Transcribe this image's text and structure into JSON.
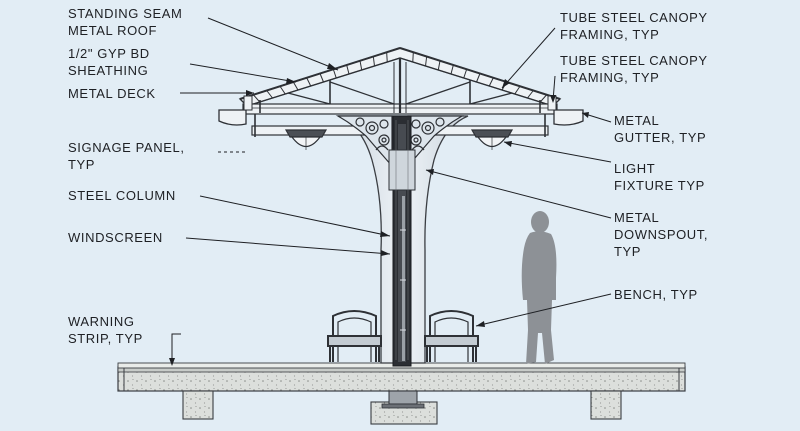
{
  "colors": {
    "background": "#e2edf5",
    "ink": "#1e2024",
    "concrete": "#d9dcd9",
    "silhouette": "#8d9196"
  },
  "labels": {
    "roof": "STANDING SEAM\nMETAL ROOF",
    "gyp": "1/2\" GYP BD\nSHEATHING",
    "deck": "METAL DECK",
    "signage": "SIGNAGE PANEL,\nTYP",
    "column": "STEEL COLUMN",
    "windscreen": "WINDSCREEN",
    "warning": "WARNING\nSTRIP, TYP",
    "canopy_framing_1": "TUBE STEEL CANOPY\nFRAMING, TYP",
    "canopy_framing_2": "TUBE STEEL CANOPY\nFRAMING, TYP",
    "gutter": "METAL\nGUTTER, TYP",
    "light": "LIGHT\nFIXTURE TYP",
    "downspout": "METAL\nDOWNSPOUT,\nTYP",
    "bench": "BENCH, TYP"
  }
}
